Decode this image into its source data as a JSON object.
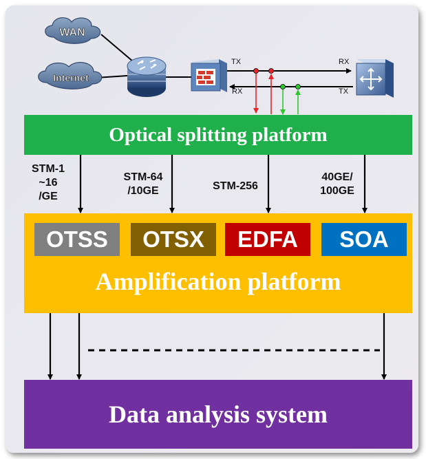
{
  "network": {
    "clouds": [
      "WAN",
      "Internet"
    ],
    "tx_label": "TX",
    "rx_label": "RX"
  },
  "optical_platform": {
    "title": "Optical splitting platform"
  },
  "rates": [
    "STM-1\n~16\n/GE",
    "STM-64\n/10GE",
    "STM-256",
    "40GE/\n100GE"
  ],
  "modules": [
    "OTSS",
    "OTSX",
    "EDFA",
    "SOA"
  ],
  "amplification_platform": {
    "title": "Amplification platform"
  },
  "analysis": {
    "title": "Data analysis system"
  },
  "colors": {
    "optical": "#1fb04b",
    "amplification": "#fdbf00",
    "analysis": "#7030a0",
    "otss": "#808080",
    "otsx": "#806000",
    "edfa": "#c00000",
    "soa": "#0070c0",
    "tap_red": "#e8242a",
    "tap_green": "#2fc52f"
  }
}
